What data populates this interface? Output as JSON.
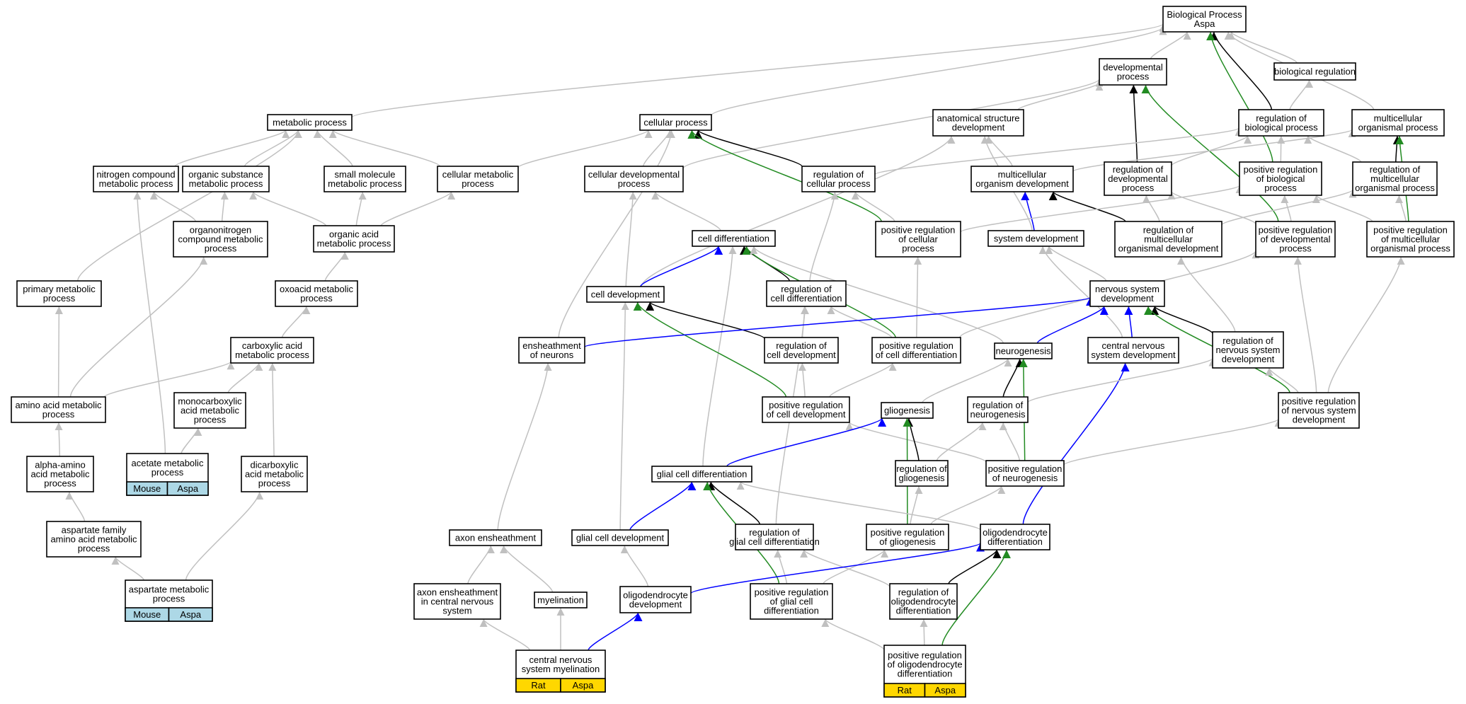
{
  "colors": {
    "gray_edge": "#c0c0c0",
    "black_edge": "#000000",
    "blue_edge": "#0000ff",
    "green_edge": "#228b22",
    "mouse_tag": "#add8e6",
    "rat_tag": "#ffd700"
  },
  "nodes": [
    {
      "id": "bp",
      "lines": [
        "Biological Process",
        "Aspa"
      ]
    },
    {
      "id": "dev",
      "lines": [
        "developmental",
        "process"
      ]
    },
    {
      "id": "biolreg",
      "lines": [
        "biological regulation"
      ]
    },
    {
      "id": "metab",
      "lines": [
        "metabolic process"
      ]
    },
    {
      "id": "cellproc",
      "lines": [
        "cellular process"
      ]
    },
    {
      "id": "anatdev",
      "lines": [
        "anatomical structure",
        "development"
      ]
    },
    {
      "id": "regbio",
      "lines": [
        "regulation of",
        "biological process"
      ]
    },
    {
      "id": "multiproc",
      "lines": [
        "multicellular",
        "organismal process"
      ]
    },
    {
      "id": "nitro",
      "lines": [
        "nitrogen compound",
        "metabolic process"
      ]
    },
    {
      "id": "orgsub",
      "lines": [
        "organic substance",
        "metabolic process"
      ]
    },
    {
      "id": "smallmol",
      "lines": [
        "small molecule",
        "metabolic process"
      ]
    },
    {
      "id": "cellmet",
      "lines": [
        "cellular metabolic",
        "process"
      ]
    },
    {
      "id": "celldevproc",
      "lines": [
        "cellular developmental",
        "process"
      ]
    },
    {
      "id": "regcellproc",
      "lines": [
        "regulation of",
        "cellular process"
      ]
    },
    {
      "id": "multidev",
      "lines": [
        "multicellular",
        "organism development"
      ]
    },
    {
      "id": "regdevproc",
      "lines": [
        "regulation of",
        "developmental",
        "process"
      ]
    },
    {
      "id": "posregbio",
      "lines": [
        "positive regulation",
        "of biological",
        "process"
      ]
    },
    {
      "id": "regmulti",
      "lines": [
        "regulation of",
        "multicellular",
        "organismal process"
      ]
    },
    {
      "id": "organonitro",
      "lines": [
        "organonitrogen",
        "compound metabolic",
        "process"
      ]
    },
    {
      "id": "orgacid",
      "lines": [
        "organic acid",
        "metabolic process"
      ]
    },
    {
      "id": "celldiff",
      "lines": [
        "cell differentiation"
      ]
    },
    {
      "id": "posregcell",
      "lines": [
        "positive regulation",
        "of cellular",
        "process"
      ]
    },
    {
      "id": "sysdev",
      "lines": [
        "system development"
      ]
    },
    {
      "id": "regmultidev",
      "lines": [
        "regulation of",
        "multicellular",
        "organismal development"
      ]
    },
    {
      "id": "posregdev",
      "lines": [
        "positive regulation",
        "of developmental",
        "process"
      ]
    },
    {
      "id": "posregmulti",
      "lines": [
        "positive regulation",
        "of multicellular",
        "organismal process"
      ]
    },
    {
      "id": "primmet",
      "lines": [
        "primary metabolic",
        "process"
      ]
    },
    {
      "id": "oxoacid",
      "lines": [
        "oxoacid metabolic",
        "process"
      ]
    },
    {
      "id": "celldev",
      "lines": [
        "cell development"
      ]
    },
    {
      "id": "regcelldiff",
      "lines": [
        "regulation of",
        "cell differentiation"
      ]
    },
    {
      "id": "nsdev",
      "lines": [
        "nervous system",
        "development"
      ]
    },
    {
      "id": "carbox",
      "lines": [
        "carboxylic acid",
        "metabolic process"
      ]
    },
    {
      "id": "ensheath",
      "lines": [
        "ensheathment",
        "of neurons"
      ]
    },
    {
      "id": "regcelldev",
      "lines": [
        "regulation of",
        "cell development"
      ]
    },
    {
      "id": "posregcelldiff",
      "lines": [
        "positive regulation",
        "of cell differentiation"
      ]
    },
    {
      "id": "neurogen",
      "lines": [
        "neurogenesis"
      ]
    },
    {
      "id": "cnsdev",
      "lines": [
        "central nervous",
        "system development"
      ]
    },
    {
      "id": "regnsdev",
      "lines": [
        "regulation of",
        "nervous system",
        "development"
      ]
    },
    {
      "id": "aminoacid",
      "lines": [
        "amino acid metabolic",
        "process"
      ]
    },
    {
      "id": "monocarbox",
      "lines": [
        "monocarboxylic",
        "acid metabolic",
        "process"
      ]
    },
    {
      "id": "posregcelldev",
      "lines": [
        "positive regulation",
        "of cell development"
      ]
    },
    {
      "id": "gliogen",
      "lines": [
        "gliogenesis"
      ]
    },
    {
      "id": "regneurogen",
      "lines": [
        "regulation of",
        "neurogenesis"
      ]
    },
    {
      "id": "posregnsdev",
      "lines": [
        "positive regulation",
        "of nervous system",
        "development"
      ]
    },
    {
      "id": "alphaamino",
      "lines": [
        "alpha-amino",
        "acid metabolic",
        "process"
      ]
    },
    {
      "id": "acetate",
      "lines": [
        "acetate metabolic",
        "process"
      ],
      "tags": [
        "Mouse",
        "Aspa"
      ],
      "tag_color": "mouse"
    },
    {
      "id": "dicarbox",
      "lines": [
        "dicarboxylic",
        "acid metabolic",
        "process"
      ]
    },
    {
      "id": "glialdiff",
      "lines": [
        "glial cell differentiation"
      ]
    },
    {
      "id": "reggliogen",
      "lines": [
        "regulation of",
        "gliogenesis"
      ]
    },
    {
      "id": "posregneurogen",
      "lines": [
        "positive regulation",
        "of neurogenesis"
      ]
    },
    {
      "id": "aspfam",
      "lines": [
        "aspartate family",
        "amino acid metabolic",
        "process"
      ]
    },
    {
      "id": "axonensh",
      "lines": [
        "axon ensheathment"
      ]
    },
    {
      "id": "glialdev",
      "lines": [
        "glial cell development"
      ]
    },
    {
      "id": "regglialdiff",
      "lines": [
        "regulation of",
        "glial cell differentiation"
      ]
    },
    {
      "id": "posreggliogen",
      "lines": [
        "positive regulation",
        "of gliogenesis"
      ]
    },
    {
      "id": "oligodiff",
      "lines": [
        "oligodendrocyte",
        "differentiation"
      ]
    },
    {
      "id": "aspartate",
      "lines": [
        "aspartate metabolic",
        "process"
      ],
      "tags": [
        "Mouse",
        "Aspa"
      ],
      "tag_color": "mouse"
    },
    {
      "id": "axonenshcns",
      "lines": [
        "axon ensheathment",
        "in central nervous",
        "system"
      ]
    },
    {
      "id": "myelin",
      "lines": [
        "myelination"
      ]
    },
    {
      "id": "oligodev",
      "lines": [
        "oligodendrocyte",
        "development"
      ]
    },
    {
      "id": "posregglialdiff",
      "lines": [
        "positive regulation",
        "of glial cell",
        "differentiation"
      ]
    },
    {
      "id": "regoligodiff",
      "lines": [
        "regulation of",
        "oligodendrocyte",
        "differentiation"
      ]
    },
    {
      "id": "cnsmyelin",
      "lines": [
        "central nervous",
        "system myelination"
      ],
      "tags": [
        "Rat",
        "Aspa"
      ],
      "tag_color": "rat"
    },
    {
      "id": "posregoligodiff",
      "lines": [
        "positive regulation",
        "of oligodendrocyte",
        "differentiation"
      ],
      "tags": [
        "Rat",
        "Aspa"
      ],
      "tag_color": "rat"
    }
  ],
  "edges": [
    {
      "from": "dev",
      "to": "bp",
      "kind": "gray"
    },
    {
      "from": "biolreg",
      "to": "bp",
      "kind": "gray"
    },
    {
      "from": "metab",
      "to": "bp",
      "kind": "gray"
    },
    {
      "from": "cellproc",
      "to": "bp",
      "kind": "gray"
    },
    {
      "from": "multiproc",
      "to": "bp",
      "kind": "gray"
    },
    {
      "from": "regbio",
      "to": "bp",
      "kind": "black"
    },
    {
      "from": "posregbio",
      "to": "bp",
      "kind": "green"
    },
    {
      "from": "anatdev",
      "to": "dev",
      "kind": "gray"
    },
    {
      "from": "celldevproc",
      "to": "dev",
      "kind": "gray"
    },
    {
      "from": "regdevproc",
      "to": "dev",
      "kind": "black"
    },
    {
      "from": "posregdev",
      "to": "dev",
      "kind": "green"
    },
    {
      "from": "regbio",
      "to": "biolreg",
      "kind": "gray"
    },
    {
      "from": "nitro",
      "to": "metab",
      "kind": "gray"
    },
    {
      "from": "orgsub",
      "to": "metab",
      "kind": "gray"
    },
    {
      "from": "smallmol",
      "to": "metab",
      "kind": "gray"
    },
    {
      "from": "cellmet",
      "to": "metab",
      "kind": "gray"
    },
    {
      "from": "primmet",
      "to": "metab",
      "kind": "gray"
    },
    {
      "from": "cellmet",
      "to": "cellproc",
      "kind": "gray"
    },
    {
      "from": "celldevproc",
      "to": "cellproc",
      "kind": "gray"
    },
    {
      "from": "ensheath",
      "to": "cellproc",
      "kind": "gray"
    },
    {
      "from": "regcellproc",
      "to": "cellproc",
      "kind": "black"
    },
    {
      "from": "posregcell",
      "to": "cellproc",
      "kind": "green"
    },
    {
      "from": "multidev",
      "to": "anatdev",
      "kind": "gray"
    },
    {
      "from": "sysdev",
      "to": "anatdev",
      "kind": "gray"
    },
    {
      "from": "celldev",
      "to": "anatdev",
      "kind": "gray"
    },
    {
      "from": "regcellproc",
      "to": "regbio",
      "kind": "gray"
    },
    {
      "from": "posregbio",
      "to": "regbio",
      "kind": "gray"
    },
    {
      "from": "regmulti",
      "to": "regbio",
      "kind": "gray"
    },
    {
      "from": "regdevproc",
      "to": "regbio",
      "kind": "gray"
    },
    {
      "from": "multidev",
      "to": "multiproc",
      "kind": "gray"
    },
    {
      "from": "regmulti",
      "to": "multiproc",
      "kind": "black"
    },
    {
      "from": "posregmulti",
      "to": "multiproc",
      "kind": "green"
    },
    {
      "from": "organonitro",
      "to": "nitro",
      "kind": "gray"
    },
    {
      "from": "acetate",
      "to": "nitro",
      "kind": "gray"
    },
    {
      "from": "organonitro",
      "to": "orgsub",
      "kind": "gray"
    },
    {
      "from": "orgacid",
      "to": "orgsub",
      "kind": "gray"
    },
    {
      "from": "orgacid",
      "to": "smallmol",
      "kind": "gray"
    },
    {
      "from": "orgacid",
      "to": "cellmet",
      "kind": "gray"
    },
    {
      "from": "celldiff",
      "to": "celldevproc",
      "kind": "gray"
    },
    {
      "from": "celldev",
      "to": "celldevproc",
      "kind": "gray"
    },
    {
      "from": "posregcell",
      "to": "regcellproc",
      "kind": "gray"
    },
    {
      "from": "regcelldiff",
      "to": "regcellproc",
      "kind": "gray"
    },
    {
      "from": "sysdev",
      "to": "multidev",
      "kind": "blue"
    },
    {
      "from": "regmultidev",
      "to": "multidev",
      "kind": "black"
    },
    {
      "from": "regmultidev",
      "to": "regdevproc",
      "kind": "gray"
    },
    {
      "from": "posregdev",
      "to": "regdevproc",
      "kind": "gray"
    },
    {
      "from": "posregcell",
      "to": "posregbio",
      "kind": "gray"
    },
    {
      "from": "posregdev",
      "to": "posregbio",
      "kind": "gray"
    },
    {
      "from": "posregmulti",
      "to": "posregbio",
      "kind": "gray"
    },
    {
      "from": "regmultidev",
      "to": "regmulti",
      "kind": "gray"
    },
    {
      "from": "posregmulti",
      "to": "regmulti",
      "kind": "gray"
    },
    {
      "from": "aminoacid",
      "to": "organonitro",
      "kind": "gray"
    },
    {
      "from": "oxoacid",
      "to": "orgacid",
      "kind": "gray"
    },
    {
      "from": "celldev",
      "to": "celldiff",
      "kind": "blue"
    },
    {
      "from": "regcelldiff",
      "to": "celldiff",
      "kind": "black"
    },
    {
      "from": "posregcelldiff",
      "to": "celldiff",
      "kind": "green"
    },
    {
      "from": "glialdiff",
      "to": "celldiff",
      "kind": "gray"
    },
    {
      "from": "neurogen",
      "to": "celldiff",
      "kind": "gray"
    },
    {
      "from": "posregcelldiff",
      "to": "posregcell",
      "kind": "gray"
    },
    {
      "from": "nsdev",
      "to": "sysdev",
      "kind": "gray"
    },
    {
      "from": "cnsdev",
      "to": "sysdev",
      "kind": "gray"
    },
    {
      "from": "regnsdev",
      "to": "regmultidev",
      "kind": "gray"
    },
    {
      "from": "posregnsdev",
      "to": "posregdev",
      "kind": "gray"
    },
    {
      "from": "posregcelldiff",
      "to": "posregdev",
      "kind": "gray"
    },
    {
      "from": "posregnsdev",
      "to": "posregmulti",
      "kind": "gray"
    },
    {
      "from": "aminoacid",
      "to": "primmet",
      "kind": "gray"
    },
    {
      "from": "carbox",
      "to": "oxoacid",
      "kind": "gray"
    },
    {
      "from": "regcelldev",
      "to": "celldev",
      "kind": "black"
    },
    {
      "from": "posregcelldev",
      "to": "celldev",
      "kind": "green"
    },
    {
      "from": "glialdev",
      "to": "celldev",
      "kind": "gray"
    },
    {
      "from": "posregcelldiff",
      "to": "regcelldiff",
      "kind": "gray"
    },
    {
      "from": "regcelldev",
      "to": "regcelldiff",
      "kind": "gray"
    },
    {
      "from": "regglialdiff",
      "to": "regcelldiff",
      "kind": "gray"
    },
    {
      "from": "ensheath",
      "to": "nsdev",
      "kind": "blue"
    },
    {
      "from": "neurogen",
      "to": "nsdev",
      "kind": "blue"
    },
    {
      "from": "cnsdev",
      "to": "nsdev",
      "kind": "blue"
    },
    {
      "from": "regnsdev",
      "to": "nsdev",
      "kind": "black"
    },
    {
      "from": "posregnsdev",
      "to": "nsdev",
      "kind": "green"
    },
    {
      "from": "aminoacid",
      "to": "carbox",
      "kind": "gray"
    },
    {
      "from": "monocarbox",
      "to": "carbox",
      "kind": "gray"
    },
    {
      "from": "dicarbox",
      "to": "carbox",
      "kind": "gray"
    },
    {
      "from": "axonensh",
      "to": "ensheath",
      "kind": "gray"
    },
    {
      "from": "posregcelldev",
      "to": "regcelldev",
      "kind": "gray"
    },
    {
      "from": "posregcelldev",
      "to": "posregcelldiff",
      "kind": "gray"
    },
    {
      "from": "gliogen",
      "to": "neurogen",
      "kind": "gray"
    },
    {
      "from": "regneurogen",
      "to": "neurogen",
      "kind": "black"
    },
    {
      "from": "posregneurogen",
      "to": "neurogen",
      "kind": "green"
    },
    {
      "from": "oligodiff",
      "to": "cnsdev",
      "kind": "blue"
    },
    {
      "from": "regneurogen",
      "to": "regnsdev",
      "kind": "gray"
    },
    {
      "from": "posregnsdev",
      "to": "regnsdev",
      "kind": "gray"
    },
    {
      "from": "alphaamino",
      "to": "aminoacid",
      "kind": "gray"
    },
    {
      "from": "acetate",
      "to": "monocarbox",
      "kind": "gray"
    },
    {
      "from": "posregneurogen",
      "to": "posregcelldev",
      "kind": "gray"
    },
    {
      "from": "glialdiff",
      "to": "gliogen",
      "kind": "blue"
    },
    {
      "from": "reggliogen",
      "to": "gliogen",
      "kind": "black"
    },
    {
      "from": "posreggliogen",
      "to": "gliogen",
      "kind": "green"
    },
    {
      "from": "reggliogen",
      "to": "regneurogen",
      "kind": "gray"
    },
    {
      "from": "posregneurogen",
      "to": "regneurogen",
      "kind": "gray"
    },
    {
      "from": "posregneurogen",
      "to": "posregnsdev",
      "kind": "gray"
    },
    {
      "from": "aspfam",
      "to": "alphaamino",
      "kind": "gray"
    },
    {
      "from": "aspartate",
      "to": "dicarbox",
      "kind": "gray"
    },
    {
      "from": "glialdev",
      "to": "glialdiff",
      "kind": "blue"
    },
    {
      "from": "regglialdiff",
      "to": "glialdiff",
      "kind": "black"
    },
    {
      "from": "posregglialdiff",
      "to": "glialdiff",
      "kind": "green"
    },
    {
      "from": "oligodiff",
      "to": "glialdiff",
      "kind": "gray"
    },
    {
      "from": "posreggliogen",
      "to": "reggliogen",
      "kind": "gray"
    },
    {
      "from": "posreggliogen",
      "to": "posregneurogen",
      "kind": "gray"
    },
    {
      "from": "aspartate",
      "to": "aspfam",
      "kind": "gray"
    },
    {
      "from": "axonenshcns",
      "to": "axonensh",
      "kind": "gray"
    },
    {
      "from": "myelin",
      "to": "axonensh",
      "kind": "gray"
    },
    {
      "from": "oligodev",
      "to": "glialdev",
      "kind": "gray"
    },
    {
      "from": "posregglialdiff",
      "to": "regglialdiff",
      "kind": "gray"
    },
    {
      "from": "regoligodiff",
      "to": "regglialdiff",
      "kind": "gray"
    },
    {
      "from": "posregglialdiff",
      "to": "posreggliogen",
      "kind": "gray"
    },
    {
      "from": "oligodev",
      "to": "oligodiff",
      "kind": "blue"
    },
    {
      "from": "regoligodiff",
      "to": "oligodiff",
      "kind": "black"
    },
    {
      "from": "posregoligodiff",
      "to": "oligodiff",
      "kind": "green"
    },
    {
      "from": "cnsmyelin",
      "to": "axonenshcns",
      "kind": "gray"
    },
    {
      "from": "cnsmyelin",
      "to": "myelin",
      "kind": "gray"
    },
    {
      "from": "cnsmyelin",
      "to": "oligodev",
      "kind": "blue"
    },
    {
      "from": "posregoligodiff",
      "to": "posregglialdiff",
      "kind": "gray"
    },
    {
      "from": "posregoligodiff",
      "to": "regoligodiff",
      "kind": "gray"
    }
  ]
}
